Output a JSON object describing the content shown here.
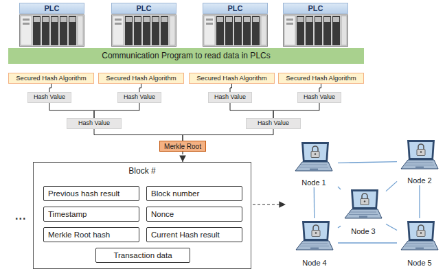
{
  "diagram": {
    "nodes": [
      {
        "text": [
          "PLC"
        ]
      },
      {
        "text": [
          "PLC"
        ]
      },
      {
        "text": [
          "PLC"
        ]
      },
      {
        "text": [
          "PLC"
        ]
      },
      {
        "text": [
          "Communication Program to read data in PLCs"
        ]
      },
      {
        "text": [
          "Secured Hash Algorithm"
        ]
      },
      {
        "text": [
          "Secured Hash Algorithm"
        ]
      },
      {
        "text": [
          "Secured Hash Algorithm"
        ]
      },
      {
        "text": [
          "Secured Hash Algorithm"
        ]
      },
      {
        "text": [
          "Hash Value"
        ]
      },
      {
        "text": [
          "Hash Value"
        ]
      },
      {
        "text": [
          "Hash Value"
        ]
      },
      {
        "text": [
          "Hash Value"
        ]
      },
      {
        "text": [
          "Hash Value"
        ]
      },
      {
        "text": [
          "Hash Value"
        ]
      },
      {
        "text": [
          "Merkle Root"
        ]
      },
      {
        "text": [
          "Block #"
        ]
      },
      {
        "text": [
          "Previous hash result"
        ],
        "in": 16
      },
      {
        "text": [
          "Block number"
        ],
        "in": 16
      },
      {
        "text": [
          "Timestamp"
        ],
        "in": 16
      },
      {
        "text": [
          "Nonce"
        ],
        "in": 16
      },
      {
        "text": [
          "Merkle Root hash"
        ],
        "in": 16
      },
      {
        "text": [
          "Current Hash result"
        ],
        "in": 16
      },
      {
        "text": [
          "Transaction data"
        ],
        "in": 16
      },
      {
        "text": [
          "Node 1"
        ]
      },
      {
        "text": [
          "Node 2"
        ]
      },
      {
        "text": [
          "Node 3"
        ]
      },
      {
        "text": [
          "Node 4"
        ]
      },
      {
        "text": [
          "Node 5"
        ]
      }
    ],
    "edges": [
      {
        "from": 5,
        "to": 9,
        "arrow": "none"
      },
      {
        "from": 6,
        "to": 10,
        "arrow": "none"
      },
      {
        "from": 7,
        "to": 11,
        "arrow": "none"
      },
      {
        "from": 8,
        "to": 12,
        "arrow": "none"
      },
      {
        "from": 9,
        "to": 13,
        "arrow": "none"
      },
      {
        "from": 10,
        "to": 13,
        "arrow": "none"
      },
      {
        "from": 11,
        "to": 14,
        "arrow": "none"
      },
      {
        "from": 12,
        "to": 14,
        "arrow": "none"
      },
      {
        "from": 13,
        "to": 15,
        "arrow": "none"
      },
      {
        "from": 14,
        "to": 15,
        "arrow": "none"
      },
      {
        "from": 15,
        "to": 16,
        "arrow": "to"
      },
      {
        "from": 24,
        "to": 25,
        "arrow": "none"
      },
      {
        "from": 24,
        "to": 27,
        "arrow": "none"
      },
      {
        "from": 25,
        "to": 28,
        "arrow": "none"
      },
      {
        "from": 27,
        "to": 28,
        "arrow": "none"
      },
      {
        "from": 26,
        "to": 24,
        "arrow": "none"
      },
      {
        "from": 26,
        "to": 25,
        "arrow": "none"
      },
      {
        "from": 26,
        "to": 27,
        "arrow": "none"
      },
      {
        "from": 26,
        "to": 28,
        "arrow": "none"
      }
    ],
    "labels": [
      "..."
    ]
  }
}
